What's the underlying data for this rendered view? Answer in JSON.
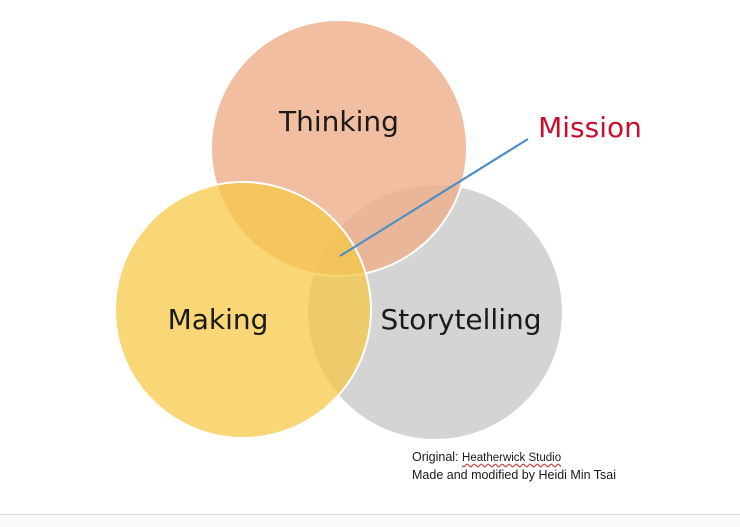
{
  "diagram": {
    "circles": [
      {
        "key": "thinking",
        "label": "Thinking",
        "fill": "#efb08c"
      },
      {
        "key": "making",
        "label": "Making",
        "fill": "#f7c842"
      },
      {
        "key": "storytelling",
        "label": "Storytelling",
        "fill": "#c8c8c8"
      }
    ],
    "mission": {
      "label": "Mission",
      "color": "#c8102e",
      "pointer_color": "#4d8fc4"
    }
  },
  "credits": {
    "original_prefix": "Original:",
    "original_studio": "Heatherwick Studio",
    "made_by": "Made and modified by Heidi Min Tsai"
  }
}
